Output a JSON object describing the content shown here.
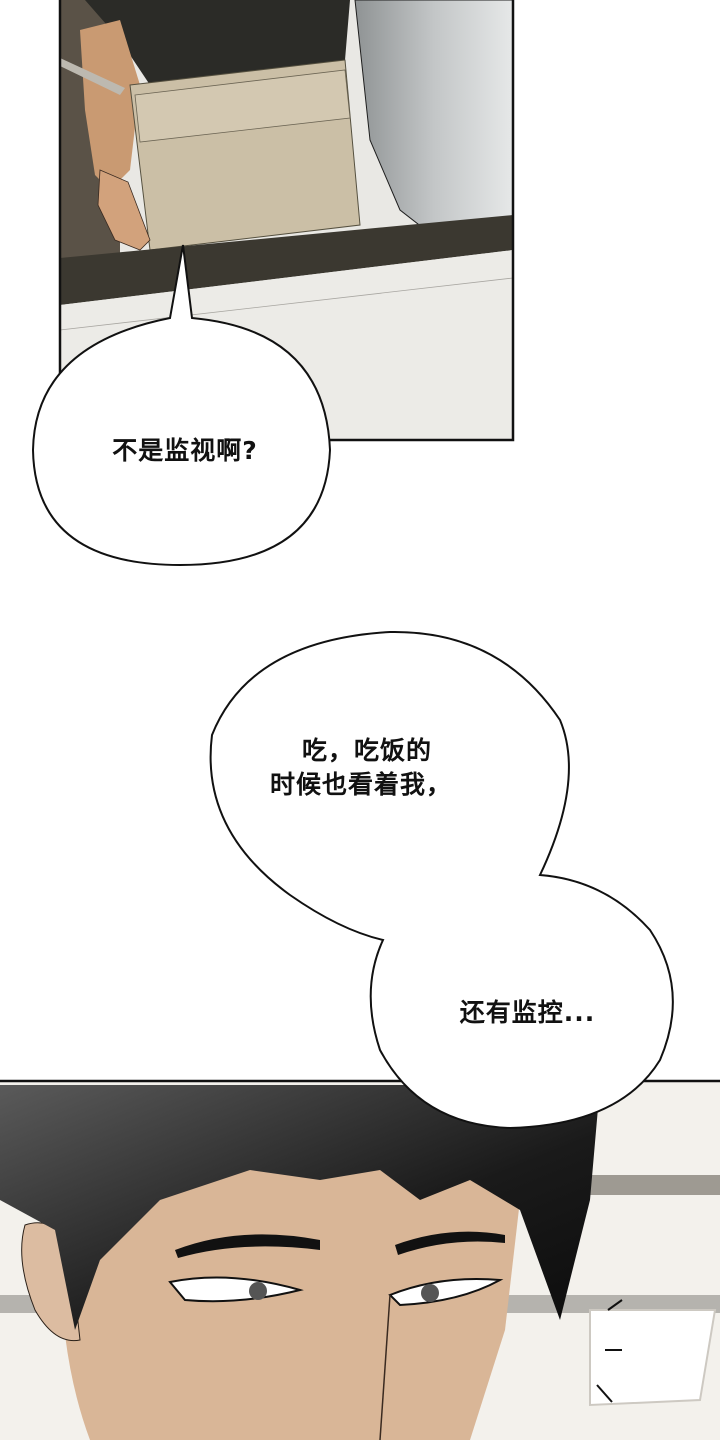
{
  "comic": {
    "panels": [
      {
        "id": "panel-1",
        "scene": "hands holding cardboard box, dark shirt, grey coat at right"
      },
      {
        "id": "panel-2",
        "scene": "close-up of dark-haired man's face with sideways glance"
      }
    ],
    "bubbles": [
      {
        "id": "bubble-1",
        "lines": [
          "不是监视啊?"
        ]
      },
      {
        "id": "bubble-2",
        "lines": [
          "吃，吃饭的",
          "时候也看着我，"
        ]
      },
      {
        "id": "bubble-3",
        "lines": [
          "还有监控..."
        ]
      }
    ],
    "colors": {
      "panel_border": "#111111",
      "box": "#cbbfa6",
      "shirt": "#2a2a26",
      "coat": "#b9bcbd",
      "desk": "#3a3830",
      "floor": "#ecebe8",
      "hair": "#141414",
      "skin": "#d9b697",
      "background_wall": "#f2efea"
    }
  }
}
